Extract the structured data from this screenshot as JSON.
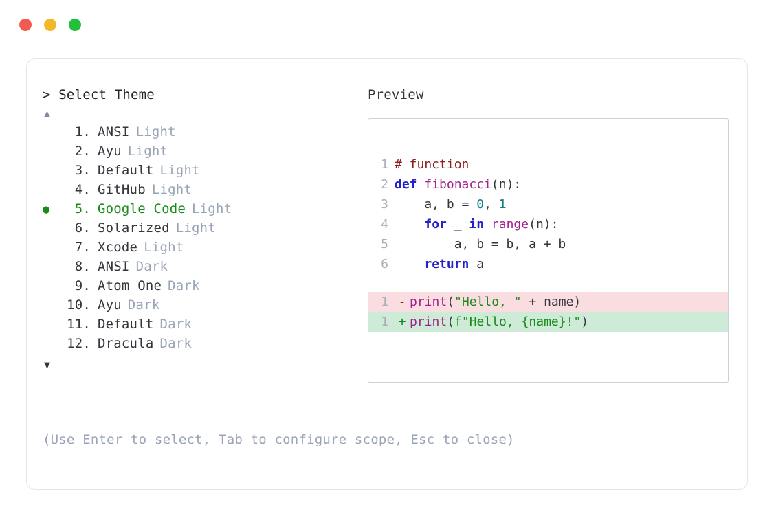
{
  "window": {
    "traffic_lights": [
      {
        "name": "close",
        "color": "#f25a52"
      },
      {
        "name": "minimize",
        "color": "#f4b728"
      },
      {
        "name": "maximize",
        "color": "#22c03c"
      }
    ]
  },
  "prompt": {
    "marker": ">",
    "label": "Select Theme",
    "text": "> Select Theme"
  },
  "scroll": {
    "up_glyph": "▲",
    "down_glyph": "▼"
  },
  "themes": {
    "selected_index": 5,
    "selected_bullet": "●",
    "items": [
      {
        "num": "1.",
        "name": "ANSI",
        "variant": "Light",
        "selected": false
      },
      {
        "num": "2.",
        "name": "Ayu",
        "variant": "Light",
        "selected": false
      },
      {
        "num": "3.",
        "name": "Default",
        "variant": "Light",
        "selected": false
      },
      {
        "num": "4.",
        "name": "GitHub",
        "variant": "Light",
        "selected": false
      },
      {
        "num": "5.",
        "name": "Google Code",
        "variant": "Light",
        "selected": true
      },
      {
        "num": "6.",
        "name": "Solarized",
        "variant": "Light",
        "selected": false
      },
      {
        "num": "7.",
        "name": "Xcode",
        "variant": "Light",
        "selected": false
      },
      {
        "num": "8.",
        "name": "ANSI",
        "variant": "Dark",
        "selected": false
      },
      {
        "num": "9.",
        "name": "Atom One",
        "variant": "Dark",
        "selected": false
      },
      {
        "num": "10.",
        "name": "Ayu",
        "variant": "Dark",
        "selected": false
      },
      {
        "num": "11.",
        "name": "Default",
        "variant": "Dark",
        "selected": false
      },
      {
        "num": "12.",
        "name": "Dracula",
        "variant": "Dark",
        "selected": false
      }
    ]
  },
  "hint": {
    "text": "(Use Enter to select, Tab to configure scope, Esc to close)"
  },
  "preview": {
    "label": "Preview",
    "code_lines": [
      {
        "num": "1",
        "tokens": [
          {
            "t": "# function",
            "c": "tok-comment"
          }
        ]
      },
      {
        "num": "2",
        "tokens": [
          {
            "t": "def ",
            "c": "tok-keyword"
          },
          {
            "t": "fibonacci",
            "c": "tok-func"
          },
          {
            "t": "(n):",
            "c": "tok-plain"
          }
        ]
      },
      {
        "num": "3",
        "tokens": [
          {
            "t": "    a, b = ",
            "c": "tok-plain"
          },
          {
            "t": "0",
            "c": "tok-number"
          },
          {
            "t": ", ",
            "c": "tok-plain"
          },
          {
            "t": "1",
            "c": "tok-number"
          }
        ]
      },
      {
        "num": "4",
        "tokens": [
          {
            "t": "    ",
            "c": "tok-plain"
          },
          {
            "t": "for",
            "c": "tok-keyword"
          },
          {
            "t": " _ ",
            "c": "tok-plain"
          },
          {
            "t": "in",
            "c": "tok-keyword"
          },
          {
            "t": " ",
            "c": "tok-plain"
          },
          {
            "t": "range",
            "c": "tok-func"
          },
          {
            "t": "(n):",
            "c": "tok-plain"
          }
        ]
      },
      {
        "num": "5",
        "tokens": [
          {
            "t": "        a, b = b, a + b",
            "c": "tok-plain"
          }
        ]
      },
      {
        "num": "6",
        "tokens": [
          {
            "t": "    ",
            "c": "tok-plain"
          },
          {
            "t": "return",
            "c": "tok-keyword"
          },
          {
            "t": " a",
            "c": "tok-plain"
          }
        ]
      }
    ],
    "diff_lines": [
      {
        "num": "1",
        "mark": "-",
        "kind": "removed",
        "tokens": [
          {
            "t": "print",
            "c": "tok-func"
          },
          {
            "t": "(",
            "c": "tok-plain"
          },
          {
            "t": "\"Hello, \"",
            "c": "tok-string"
          },
          {
            "t": " + name)",
            "c": "tok-plain"
          }
        ]
      },
      {
        "num": "1",
        "mark": "+",
        "kind": "added",
        "tokens": [
          {
            "t": "print",
            "c": "tok-func"
          },
          {
            "t": "(",
            "c": "tok-plain"
          },
          {
            "t": "f\"Hello, {name}!\"",
            "c": "tok-string"
          },
          {
            "t": ")",
            "c": "tok-plain"
          }
        ]
      }
    ]
  }
}
